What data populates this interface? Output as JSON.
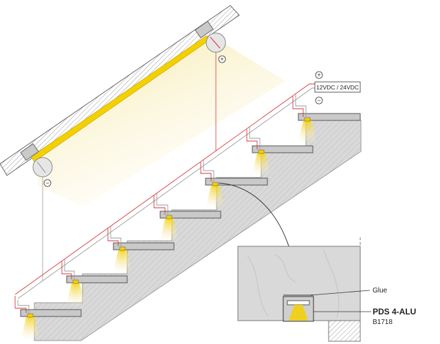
{
  "labels": {
    "voltage": "12VDC / 24VDC",
    "plus_symbol": "+",
    "minus_symbol": "−",
    "glue": "Glue",
    "product_name": "PDS 4-ALU",
    "product_code": "B1718"
  },
  "colors": {
    "wire_red": "#d6353a",
    "wire_grey": "#9a9a9a",
    "concrete": "#d9d9d9",
    "tread": "#c9c9c9",
    "light_glow": "#f6e7a0",
    "led_yellow": "#f4d000",
    "outline": "#555555"
  }
}
